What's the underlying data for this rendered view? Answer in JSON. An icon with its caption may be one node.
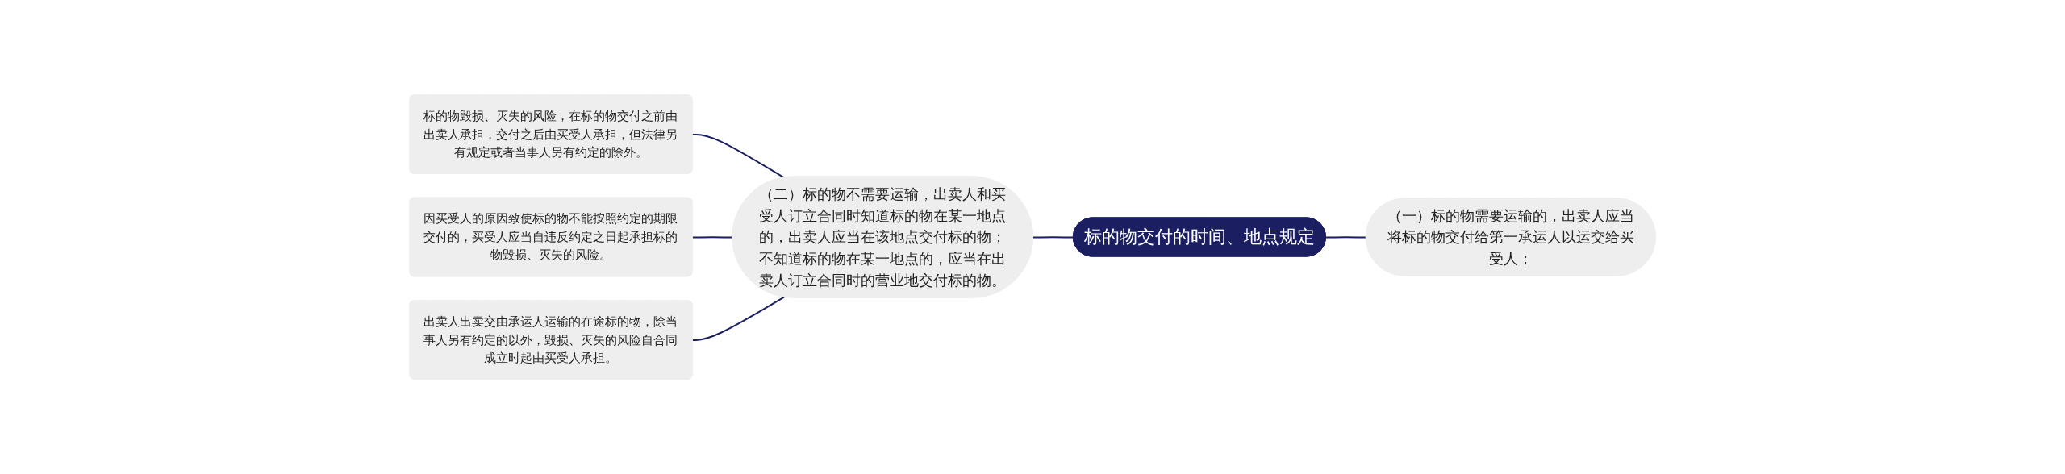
{
  "diagram": {
    "nodes": [
      {
        "text": [
          "标的物毁损、灭失的风险，在标的物交付之前由出卖人承担，交付之后由买受人承担，但法律另有规定或者当事人另有约定的除外。"
        ]
      },
      {
        "text": [
          "因买受人的原因致使标的物不能按照约定的期限交付的，买受人应当自违反约定之日起承担标的物毁损、灭失的风险。"
        ]
      },
      {
        "text": [
          "出卖人出卖交由承运人运输的在途标的物，除当事人另有约定的以外，毁损、灭失的风险自合同成立时起由买受人承担。"
        ]
      },
      {
        "text": [
          "（二）标的物不需要运输，出卖人和买受人订立合同时知道标的物在某一地点的，出卖人应当在该地点交付标的物；不知道标的物在某一地点的，应当在出卖人订立合同时的营业地交付标的物。"
        ]
      },
      {
        "text": [
          "标的物交付的时间、地点规定"
        ]
      },
      {
        "text": [
          "（一）标的物需要运输的，出卖人应当将标的物交付给第一承运人以运交给买受人；"
        ]
      }
    ],
    "edges": [
      {
        "from": 0,
        "to": 3,
        "arrow": "none"
      },
      {
        "from": 1,
        "to": 3,
        "arrow": "none"
      },
      {
        "from": 2,
        "to": 3,
        "arrow": "none"
      },
      {
        "from": 3,
        "to": 4,
        "arrow": "none"
      },
      {
        "from": 4,
        "to": 5,
        "arrow": "none"
      }
    ]
  }
}
